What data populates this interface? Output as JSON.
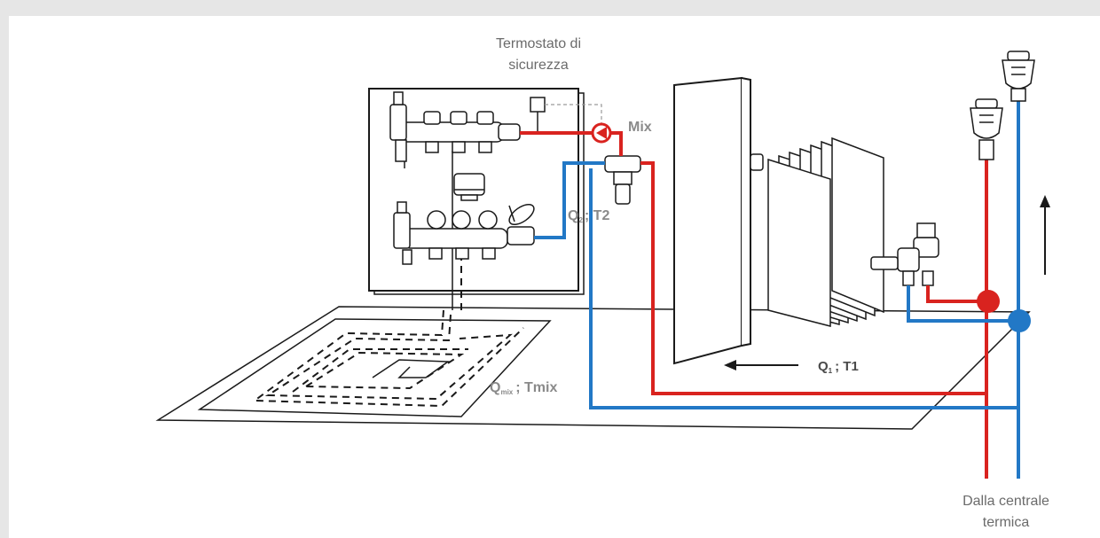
{
  "labels": {
    "thermostat_line1": "Termostato di",
    "thermostat_line2": "sicurezza",
    "mix": "Mix",
    "q2_main": "Q",
    "q2_sub": "2",
    "q2_rest": "; T2",
    "qmix_main": "Q",
    "qmix_sub": "mix",
    "qmix_rest": "; Tmix",
    "q1_main": "Q",
    "q1_sub": "1",
    "q1_rest": "; T1",
    "source_line1": "Dalla centrale",
    "source_line2": "termica"
  },
  "colors": {
    "hot": "#d9231f",
    "cold": "#2278c6",
    "line": "#1a1a1a",
    "thermostat_wire": "#9a9a9a"
  }
}
